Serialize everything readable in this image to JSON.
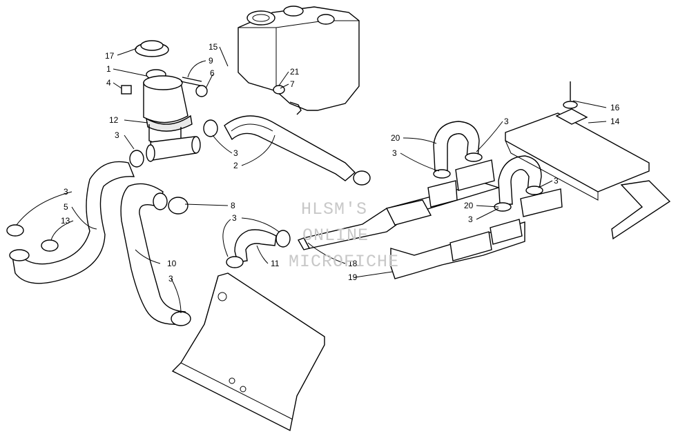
{
  "diagram": {
    "callouts": {
      "c17": "17",
      "c1": "1",
      "c4": "4",
      "c12": "12",
      "c3a": "3",
      "c15": "15",
      "c9": "9",
      "c6": "6",
      "c21": "21",
      "c7": "7",
      "c3b": "3",
      "c2": "2",
      "c20a": "20",
      "c3c": "3",
      "c3d": "3",
      "c16": "16",
      "c14": "14",
      "c3e": "3",
      "c20b": "20",
      "c3f": "3",
      "c3g": "3",
      "c5": "5",
      "c13": "13",
      "c8": "8",
      "c3h": "3",
      "c10": "10",
      "c11": "11",
      "c18": "18",
      "c19": "19",
      "c3i": "3"
    },
    "watermark": {
      "line1": "HLSM'S",
      "line2": "ONLINE",
      "line3": "MICROFICHE"
    }
  }
}
